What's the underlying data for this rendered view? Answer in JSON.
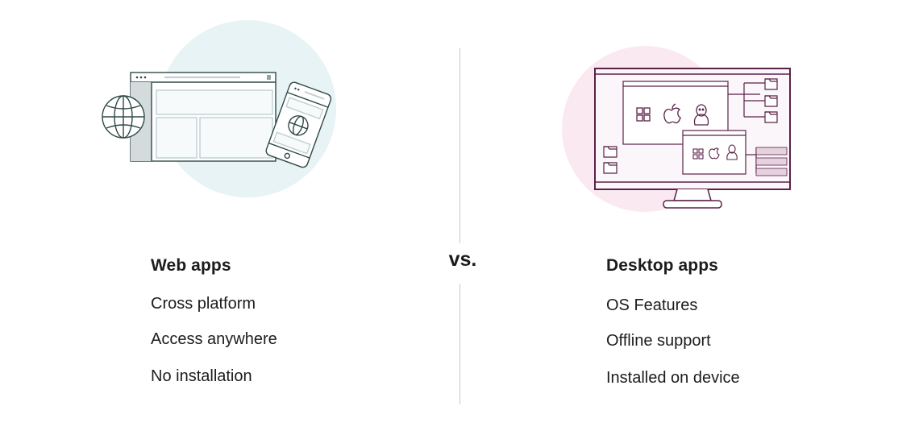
{
  "web": {
    "title": "Web apps",
    "features": [
      "Cross platform",
      "Access anywhere",
      "No installation"
    ]
  },
  "desktop": {
    "title": "Desktop apps",
    "features": [
      "OS Features",
      "Offline support",
      "Installed on device"
    ]
  },
  "separator": {
    "label": "vs."
  },
  "colors": {
    "web_stroke": "#2f4a45",
    "web_circle": "#e7f3f4",
    "web_fill": "#f7fafb",
    "desktop_stroke": "#5a2148",
    "desktop_circle": "#fbe9f1",
    "desktop_fill": "#f9f1f5",
    "desktop_bar": "#e6d2df"
  },
  "icons": {
    "web": [
      "globe-icon",
      "browser-window-icon",
      "phone-icon"
    ],
    "desktop": [
      "monitor-icon",
      "windows-icon",
      "apple-icon",
      "linux-icon",
      "folder-icon"
    ]
  }
}
